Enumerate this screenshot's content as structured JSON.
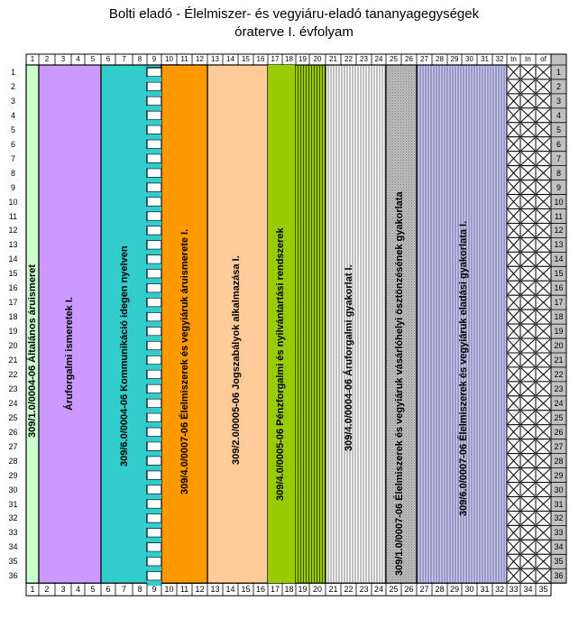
{
  "title": {
    "line1": "Bolti eladó - Élelmiszer- és vegyiáru-eladó tananyagegységek",
    "line2": "óraterve I. évfolyam"
  },
  "header_columns": [
    "1",
    "2",
    "3",
    "4",
    "5",
    "6",
    "7",
    "8",
    "9",
    "10",
    "11",
    "12",
    "13",
    "14",
    "15",
    "16",
    "17",
    "18",
    "19",
    "20",
    "21",
    "22",
    "23",
    "24",
    "25",
    "26",
    "27",
    "28",
    "29",
    "30",
    "31",
    "32",
    "tn",
    "tn",
    "of"
  ],
  "footer_columns": [
    "1",
    "2",
    "3",
    "4",
    "5",
    "6",
    "7",
    "8",
    "9",
    "10",
    "11",
    "12",
    "13",
    "14",
    "15",
    "16",
    "17",
    "18",
    "19",
    "20",
    "21",
    "22",
    "23",
    "24",
    "25",
    "26",
    "27",
    "28",
    "29",
    "30",
    "31",
    "32",
    "33",
    "34",
    "35"
  ],
  "rows": [
    "1",
    "2",
    "3",
    "4",
    "5",
    "6",
    "7",
    "8",
    "9",
    "10",
    "11",
    "12",
    "13",
    "14",
    "15",
    "16",
    "17",
    "18",
    "19",
    "20",
    "21",
    "22",
    "23",
    "24",
    "25",
    "26",
    "27",
    "28",
    "29",
    "30",
    "31",
    "32",
    "33",
    "34",
    "35",
    "36"
  ],
  "colors": {
    "light_green": "#ccffcc",
    "lavender": "#cc99ff",
    "teal": "#33cccc",
    "orange": "#ff9900",
    "peach": "#ffcc99",
    "lime": "#99cc00",
    "gray": "#c0c0c0",
    "light_blue": "#ccccff"
  },
  "blocks": [
    {
      "label": "309/1.0/0004-06  Általános áruismeret"
    },
    {
      "label": "Áruforgalmi ismeretek I."
    },
    {
      "label": "309/6.0/0004-06 Kommunikáció idegen nyelven"
    },
    {
      "label": "309/4.0/0007-06 Élelmiszerek és vegyiáruk áruismerete I."
    },
    {
      "label": "309/2.0/0005-06  Jogszabályok alkalmazása I."
    },
    {
      "label": "309/4.0/0005-06 Pénzforgalmi és nyilvántartási rendszerek"
    },
    {
      "label": "309/4.0/0004-06  Áruforgalmi gyakorlat I."
    },
    {
      "label": "309/1.0/0007-06  Élelmiszerek és vegyiáruk vásárlóhelyi ösztönzésének gyakorlata"
    },
    {
      "label": "309/6.0/0007-06  Élelmiszerek és vegyiáruk eladási gyakorlata I."
    }
  ]
}
